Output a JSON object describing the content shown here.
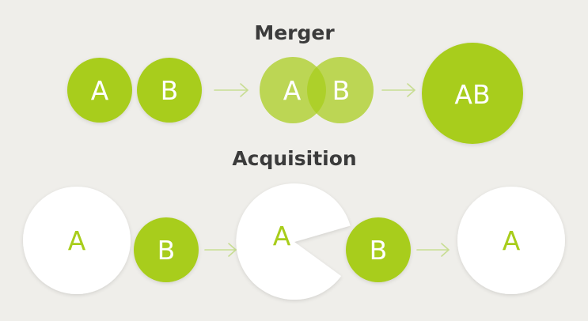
{
  "colors": {
    "background": "#efeeea",
    "green": "#a8cd1b",
    "green_light": "#bcd852",
    "white": "#ffffff",
    "title": "#3b3b3b",
    "arrow": "#c8dd93"
  },
  "merger": {
    "title": "Merger",
    "stage1": {
      "left": "A",
      "right": "B"
    },
    "stage2": {
      "left": "A",
      "right": "B"
    },
    "stage3": {
      "combined": "AB"
    }
  },
  "acquisition": {
    "title": "Acquisition",
    "stage1": {
      "acquirer": "A",
      "target": "B"
    },
    "stage2": {
      "acquirer": "A",
      "target": "B"
    },
    "stage3": {
      "result": "A"
    }
  },
  "icons": [
    "arrow-right-icon"
  ]
}
